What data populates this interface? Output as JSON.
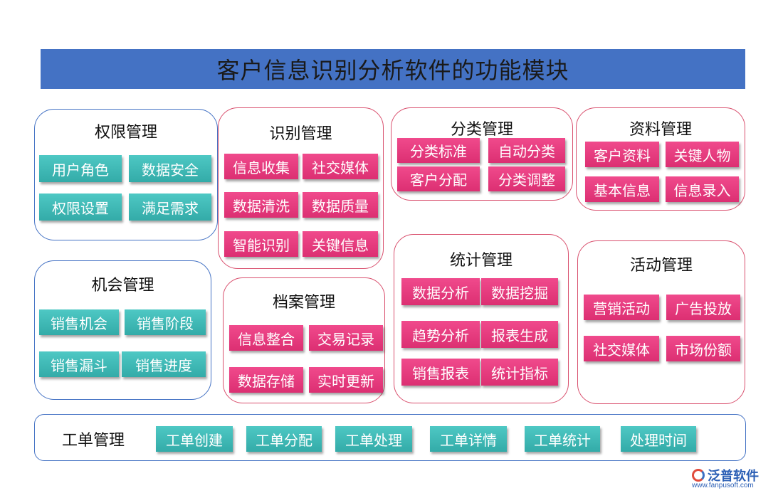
{
  "title": "客户信息识别分析软件的功能模块",
  "modules": {
    "quanxian": {
      "title": "权限管理",
      "items": [
        "用户角色",
        "数据安全",
        "权限设置",
        "满足需求"
      ]
    },
    "shibie": {
      "title": "识别管理",
      "items": [
        "信息收集",
        "社交媒体",
        "数据清洗",
        "数据质量",
        "智能识别",
        "关键信息"
      ]
    },
    "fenlei": {
      "title": "分类管理",
      "items": [
        "分类标准",
        "自动分类",
        "客户分配",
        "分类调整"
      ]
    },
    "ziliao": {
      "title": "资料管理",
      "items": [
        "客户资料",
        "关键人物",
        "基本信息",
        "信息录入"
      ]
    },
    "jihui": {
      "title": "机会管理",
      "items": [
        "销售机会",
        "销售阶段",
        "销售漏斗",
        "销售进度"
      ]
    },
    "dangan": {
      "title": "档案管理",
      "items": [
        "信息整合",
        "交易记录",
        "数据存储",
        "实时更新"
      ]
    },
    "tongji": {
      "title": "统计管理",
      "items": [
        "数据分析",
        "数据挖掘",
        "趋势分析",
        "报表生成",
        "销售报表",
        "统计指标"
      ]
    },
    "huodong": {
      "title": "活动管理",
      "items": [
        "营销活动",
        "广告投放",
        "社交媒体",
        "市场份额"
      ]
    },
    "gongdan": {
      "title": "工单管理",
      "items": [
        "工单创建",
        "工单分配",
        "工单处理",
        "工单详情",
        "工单统计",
        "处理时间"
      ]
    }
  },
  "logo": {
    "name": "泛普软件",
    "url": "www.fanpusoft.com"
  },
  "colors": {
    "title_bar": "#4472c4",
    "blue_border": "#4472c4",
    "red_border": "#d9506e",
    "teal": "#3bb8b5",
    "pink": "#e83a7e"
  }
}
